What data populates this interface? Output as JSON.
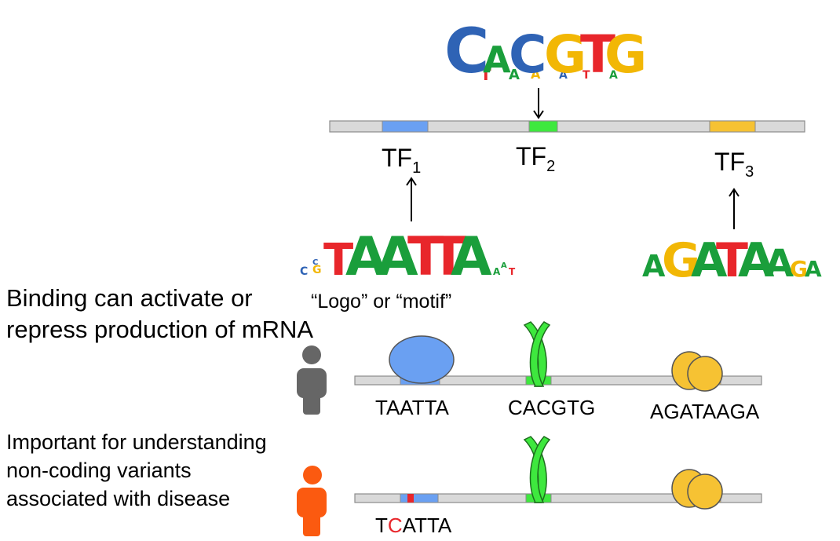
{
  "colors": {
    "A": "#1a9e3b",
    "C": "#2f63b5",
    "G": "#f2b705",
    "T": "#e8262b",
    "dna": "#d9d9d9",
    "dna_stroke": "#8c8c8c",
    "tf1": "#6aa0f2",
    "tf2": "#3ee83e",
    "tf3": "#f6c233",
    "mutation": "#e8262b",
    "person_normal": "#666666",
    "person_disease": "#fb5a10"
  },
  "top_logo": {
    "letters": [
      "C",
      "A",
      "C",
      "G",
      "T",
      "G"
    ]
  },
  "binding_sites": {
    "tf1": {
      "label": "TF",
      "sub": "1"
    },
    "tf2": {
      "label": "TF",
      "sub": "2"
    },
    "tf3": {
      "label": "TF",
      "sub": "3"
    }
  },
  "logo_tf1": {
    "letters": [
      "T",
      "A",
      "A",
      "T",
      "T",
      "A"
    ]
  },
  "logo_tf3": {
    "letters": [
      "A",
      "G",
      "A",
      "T",
      "A",
      "A",
      "G",
      "A"
    ]
  },
  "logo_caption": "“Logo” or  “motif”",
  "text_binding": [
    "Binding can activate or",
    "repress production of mRNA"
  ],
  "text_important": [
    "Important for understanding",
    "non-coding variants",
    "associated with disease"
  ],
  "sequences": {
    "row1": {
      "tf1": "TAATTA",
      "tf2": "CACGTG",
      "tf3": "AGATAAGA"
    },
    "row2": {
      "mut_prefix": "T",
      "mut_letter": "C",
      "mut_suffix": "ATTA"
    }
  }
}
